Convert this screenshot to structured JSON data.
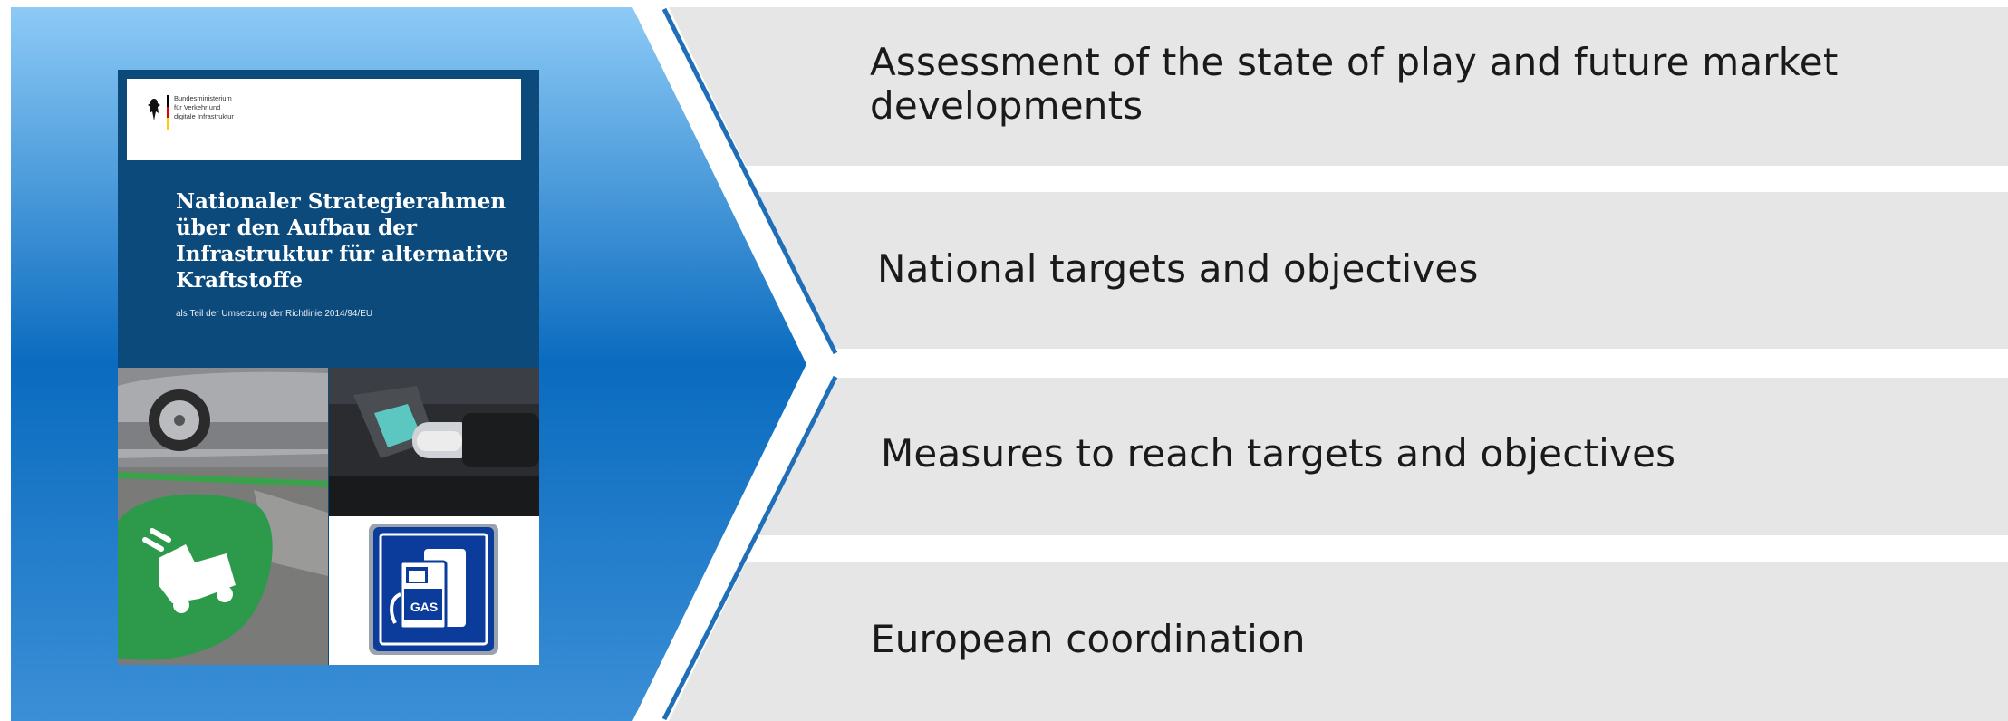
{
  "colors": {
    "chevron_light": "#8dcaf6",
    "chevron_dark": "#0a6bbf",
    "band_fill": "#e6e6e6",
    "separator_line": "#1f6fb8",
    "cover_blue": "#0d4a7c"
  },
  "document_cover": {
    "ministry_lines": [
      "Bundesministerium",
      "für Verkehr und",
      "digitale Infrastruktur"
    ],
    "title_lines": [
      "Nationaler Strategierahmen",
      "über den Aufbau der",
      "Infrastruktur für alternative",
      "Kraftstoffe"
    ],
    "subtitle": "als Teil der Umsetzung der Richtlinie 2014/94/EU",
    "gas_sign_text": "GAS",
    "icons": [
      "federal-eagle-icon",
      "german-flag-icon",
      "ev-charging-symbol-icon",
      "gas-station-sign-icon"
    ]
  },
  "items": [
    {
      "lines": [
        "Assessment of the state of play and future market",
        "developments"
      ]
    },
    {
      "lines": [
        "National targets and objectives"
      ]
    },
    {
      "lines": [
        "Measures to reach targets and objectives"
      ]
    },
    {
      "lines": [
        "European coordination"
      ]
    }
  ]
}
